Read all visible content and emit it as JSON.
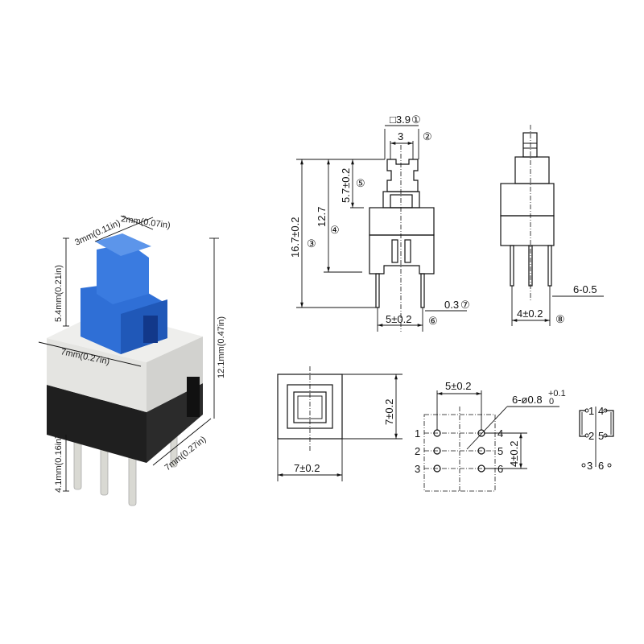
{
  "photo": {
    "labels": {
      "top_left": "3mm(0.11in)",
      "top_right": "2mm(0.07in)",
      "cap_height": "5.4mm(0.21in)",
      "width_front": "7mm(0.27in)",
      "total_height": "12.1mm(0.47in)",
      "width_side": "7mm(0.27in)",
      "pin_length": "4.1mm(0.16in)"
    },
    "colors": {
      "cap": "#2f6fd6",
      "body_top": "#e6e6e4",
      "body_base": "#1e1e1e",
      "pins": "#d8d8d2"
    }
  },
  "front_view": {
    "cap_square": "□3.9",
    "mark1": "①",
    "mark2": "②",
    "cap_inner": "3",
    "total_height": "16.7±0.2",
    "mark3": "③",
    "body_height": "12.7",
    "mark4": "④",
    "cap_travel": "5.7±0.2",
    "mark5": "⑤",
    "pin_pitch": "5±0.2",
    "mark6": "⑥",
    "pin_thickness": "0.3",
    "mark7": "⑦"
  },
  "side_view": {
    "pin_width": "6-0.5",
    "pin_pitch": "4±0.2",
    "mark8": "⑧"
  },
  "top_view": {
    "height": "7±0.2",
    "width": "7±0.2"
  },
  "footprint": {
    "h_pitch": "5±0.2",
    "hole_spec": "6-ø0.8",
    "hole_tol_upper": "+0.1",
    "hole_tol_lower": "0",
    "v_pitch": "4±0.2",
    "pins_left": [
      "1",
      "2",
      "3"
    ],
    "pins_right": [
      "4",
      "5",
      "6"
    ]
  },
  "schematic": {
    "pins": [
      "1",
      "4",
      "2",
      "5",
      "3",
      "6"
    ]
  }
}
